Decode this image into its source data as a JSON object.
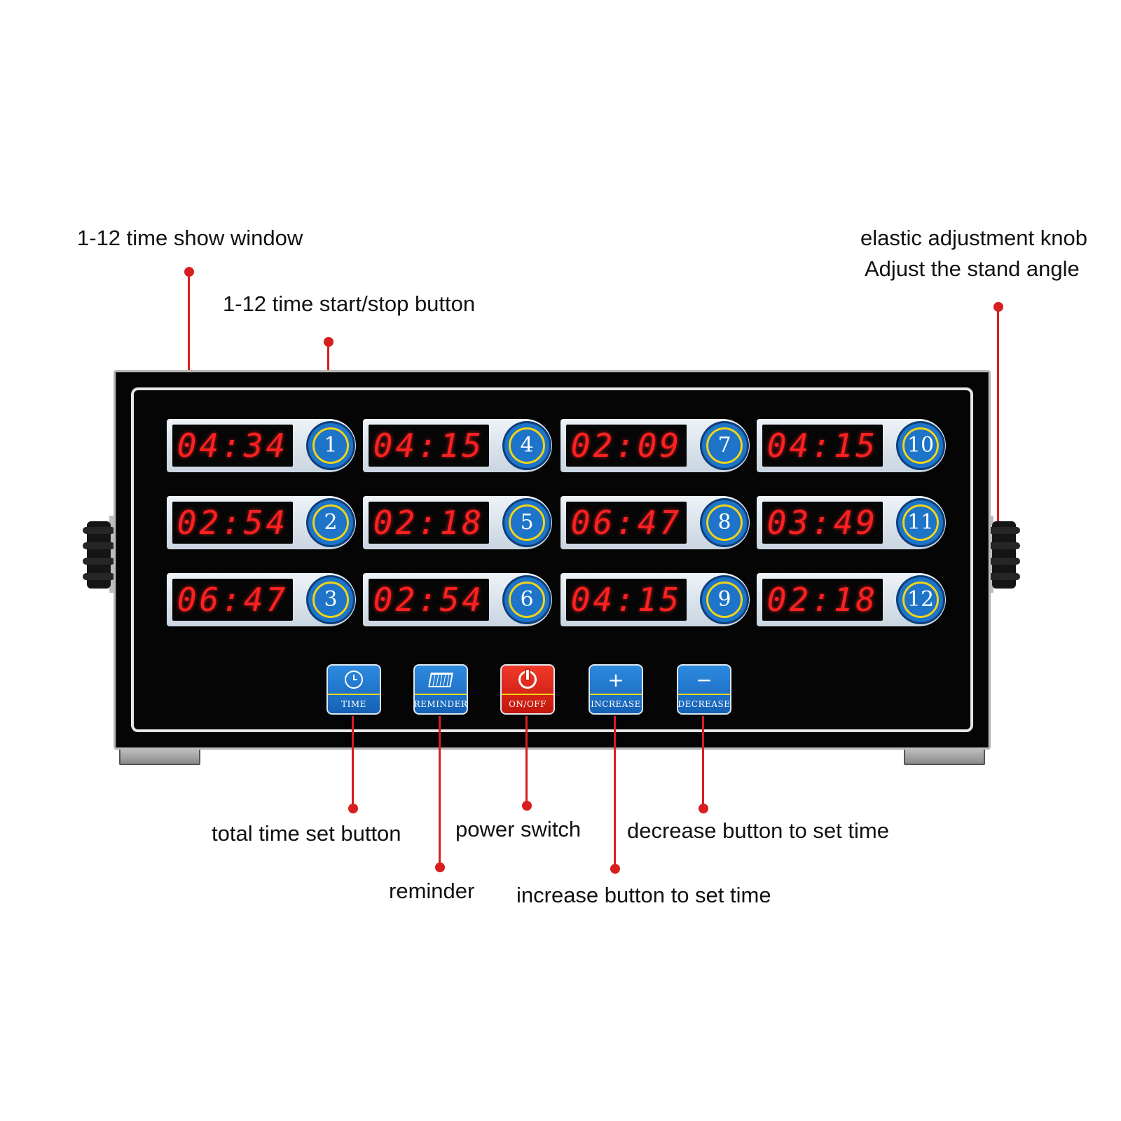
{
  "callouts": {
    "time_window": "1-12 time show window",
    "start_stop": "1-12 time start/stop button",
    "knob_line1": "elastic adjustment knob",
    "knob_line2": "Adjust the stand angle",
    "total_time": "total time set button",
    "power": "power switch",
    "decrease": "decrease button to set time",
    "reminder": "reminder",
    "increase": "increase button to set time"
  },
  "timers": [
    {
      "time": "04:34",
      "button": "1"
    },
    {
      "time": "02:54",
      "button": "2"
    },
    {
      "time": "06:47",
      "button": "3"
    },
    {
      "time": "04:15",
      "button": "4"
    },
    {
      "time": "02:18",
      "button": "5"
    },
    {
      "time": "02:54",
      "button": "6"
    },
    {
      "time": "02:09",
      "button": "7"
    },
    {
      "time": "06:47",
      "button": "8"
    },
    {
      "time": "04:15",
      "button": "9"
    },
    {
      "time": "04:15",
      "button": "10"
    },
    {
      "time": "03:49",
      "button": "11"
    },
    {
      "time": "02:18",
      "button": "12"
    }
  ],
  "keys": {
    "time": {
      "label": "TIME",
      "icon": "clock-icon"
    },
    "reminder": {
      "label": "REMINDER",
      "icon": "basket-icon"
    },
    "onoff": {
      "label": "ON/OFF",
      "icon": "power-icon"
    },
    "increase": {
      "label": "INCREASE",
      "icon": "plus-icon",
      "glyph": "+"
    },
    "decrease": {
      "label": "DECREASE",
      "icon": "minus-icon",
      "glyph": "−"
    }
  },
  "colors": {
    "accent": "#d81e1e",
    "key_blue": "#1d74c8",
    "key_red": "#e02a1c",
    "led": "#ff2020",
    "ring": "#f2d416"
  }
}
